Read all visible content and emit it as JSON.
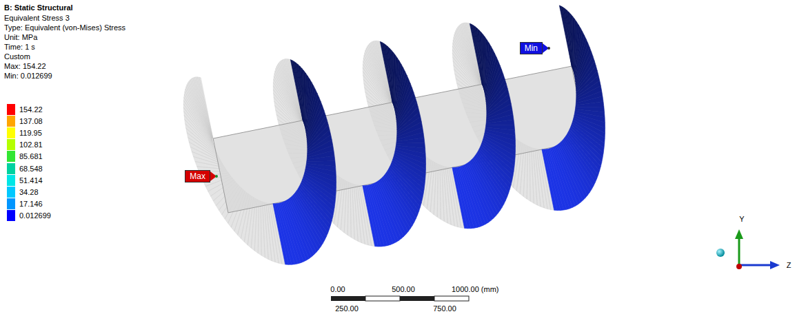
{
  "diagram": {
    "title": "B: Static Structural",
    "nodes": [
      {
        "text": [
          "Max"
        ]
      },
      {
        "text": [
          "Min"
        ]
      }
    ],
    "labels": [
      "Equivalent Stress 3",
      "Type: Equivalent (von-Mises) Stress",
      "Unit: MPa",
      "Time: 1 s",
      "Custom",
      "Max: 154.22",
      "Min: 0.012699",
      "0.00",
      "500.00",
      "1000.00 (mm)",
      "250.00",
      "750.00",
      "Y",
      "Z"
    ],
    "legend": [
      {
        "text": "154.22",
        "color": "#ff0000"
      },
      {
        "text": "137.08",
        "color": "#ffa500"
      },
      {
        "text": "119.95",
        "color": "#ffff00"
      },
      {
        "text": "102.81",
        "color": "#b4ff00"
      },
      {
        "text": "85.681",
        "color": "#32e632"
      },
      {
        "text": "68.548",
        "color": "#00d2a0"
      },
      {
        "text": "51.414",
        "color": "#00e6e6"
      },
      {
        "text": "34.28",
        "color": "#00c8ff"
      },
      {
        "text": "17.146",
        "color": "#0096ff"
      },
      {
        "text": "0.012699",
        "color": "#0000ff"
      }
    ]
  }
}
